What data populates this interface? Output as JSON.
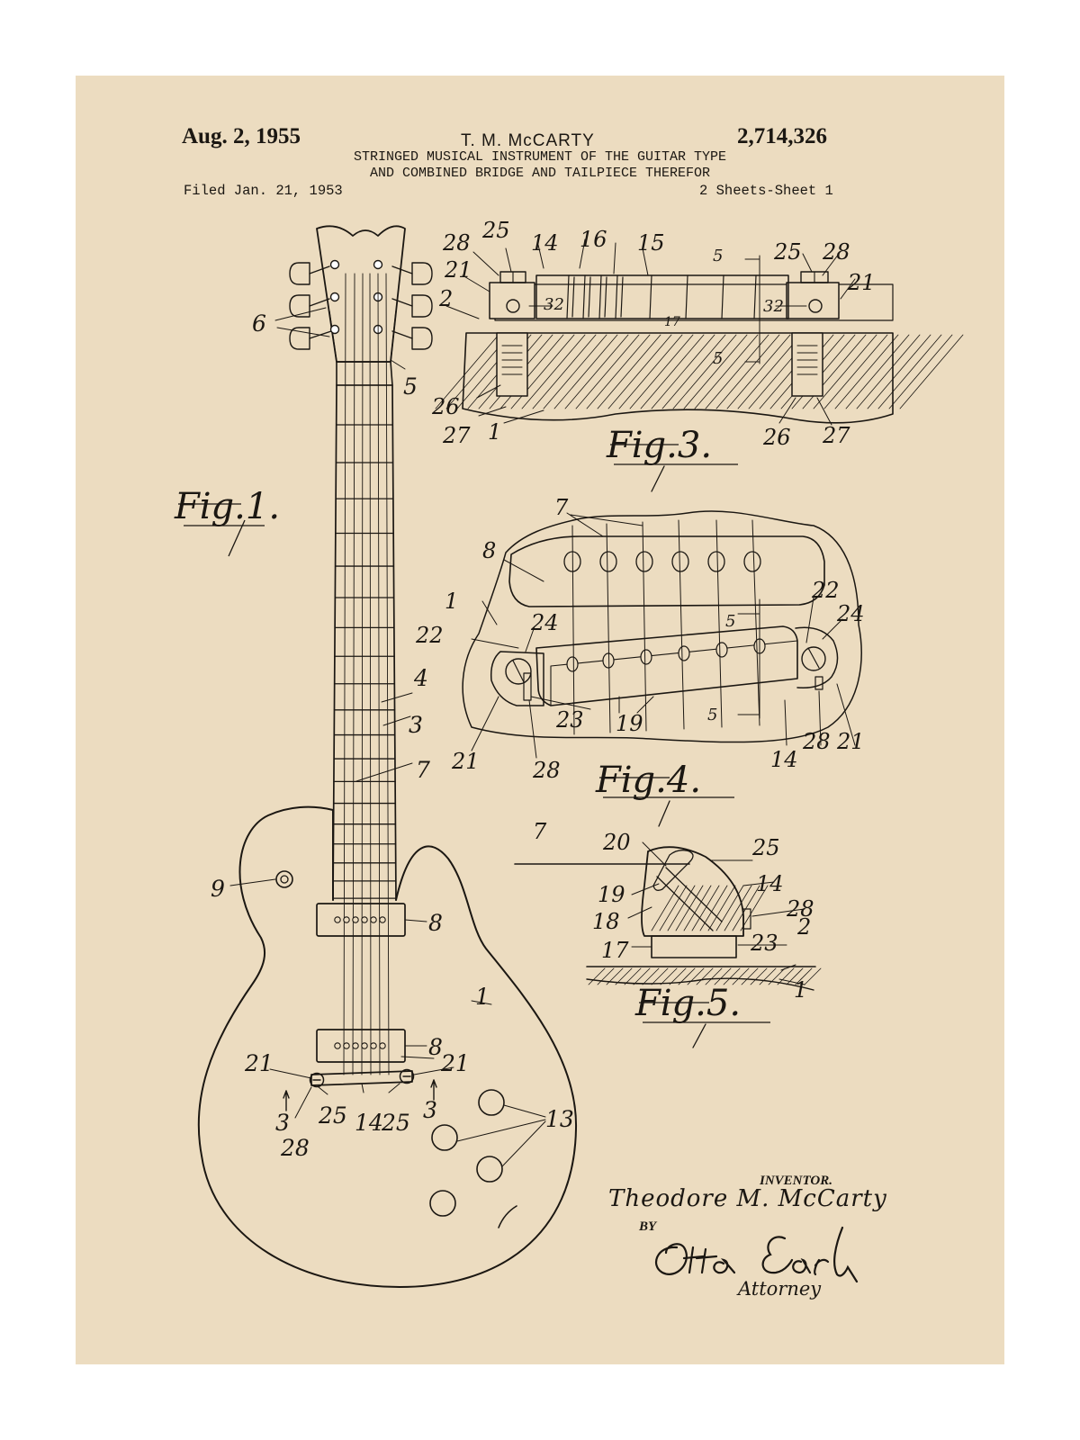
{
  "header": {
    "date": "Aug. 2, 1955",
    "inventor": "T. M. McCARTY",
    "patent_number": "2,714,326",
    "title_line1": "STRINGED MUSICAL INSTRUMENT OF THE GUITAR TYPE",
    "title_line2": "AND COMBINED BRIDGE AND TAILPIECE THEREFOR",
    "filed": "Filed Jan. 21, 1953",
    "sheets": "2 Sheets-Sheet 1"
  },
  "figures": {
    "fig1": "Fig.1.",
    "fig3": "Fig.3.",
    "fig4": "Fig.4.",
    "fig5": "Fig.5."
  },
  "reference_numerals": {
    "fig1": [
      "6",
      "5",
      "4",
      "3",
      "7",
      "9",
      "8",
      "1",
      "8",
      "21",
      "21",
      "3",
      "3",
      "25",
      "14",
      "25",
      "28",
      "13"
    ],
    "fig3": [
      "28",
      "25",
      "14",
      "16",
      "15",
      "5",
      "25",
      "28",
      "21",
      "2",
      "32",
      "17",
      "32",
      "21",
      "5",
      "26",
      "27",
      "1",
      "26",
      "27"
    ],
    "fig4": [
      "7",
      "8",
      "1",
      "22",
      "24",
      "5",
      "22",
      "24",
      "23",
      "19",
      "21",
      "28",
      "5",
      "14",
      "28",
      "21"
    ],
    "fig5": [
      "7",
      "20",
      "25",
      "19",
      "14",
      "18",
      "28",
      "17",
      "23",
      "2",
      "1"
    ]
  },
  "signature_block": {
    "inventor_label": "INVENTOR.",
    "inventor_name": "Theodore M. McCarty",
    "by": "BY",
    "attorney_signature": "Otto A. Earl",
    "attorney_role": "Attorney"
  },
  "colors": {
    "paper": "#ecdcc0",
    "ink": "#1b1712",
    "mat": "#ffffff"
  }
}
